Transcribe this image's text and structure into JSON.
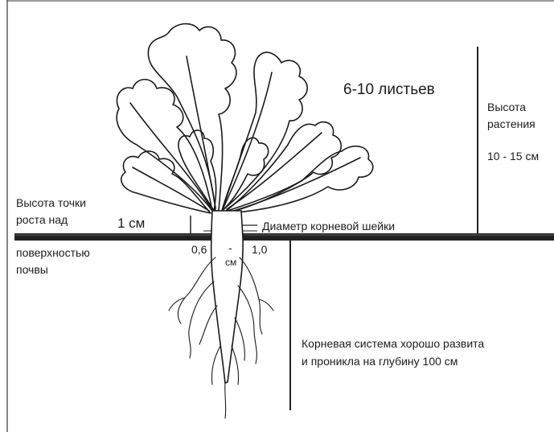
{
  "labels": {
    "leaves": "6-10 листьев",
    "plant_height_title_line1": "Высота",
    "plant_height_title_line2": "растения",
    "plant_height_value": "10 - 15 см",
    "growth_point_line1": "Высота точки",
    "growth_point_line2": "роста над",
    "growth_point_value": "1 см",
    "soil_surface_line1": "поверхностью",
    "soil_surface_line2": "почвы",
    "root_collar_diameter": "Диаметр корневой шейки",
    "diameter_min": "0,6",
    "diameter_dash": "-",
    "diameter_max": "1,0",
    "diameter_unit": "см",
    "root_system_line1": "Корневая система хорошо развита",
    "root_system_line2": "и проникла на глубину 100 см"
  },
  "colors": {
    "ink": "#1c1c1c",
    "soil_line": "#222222",
    "background": "#ffffff"
  }
}
